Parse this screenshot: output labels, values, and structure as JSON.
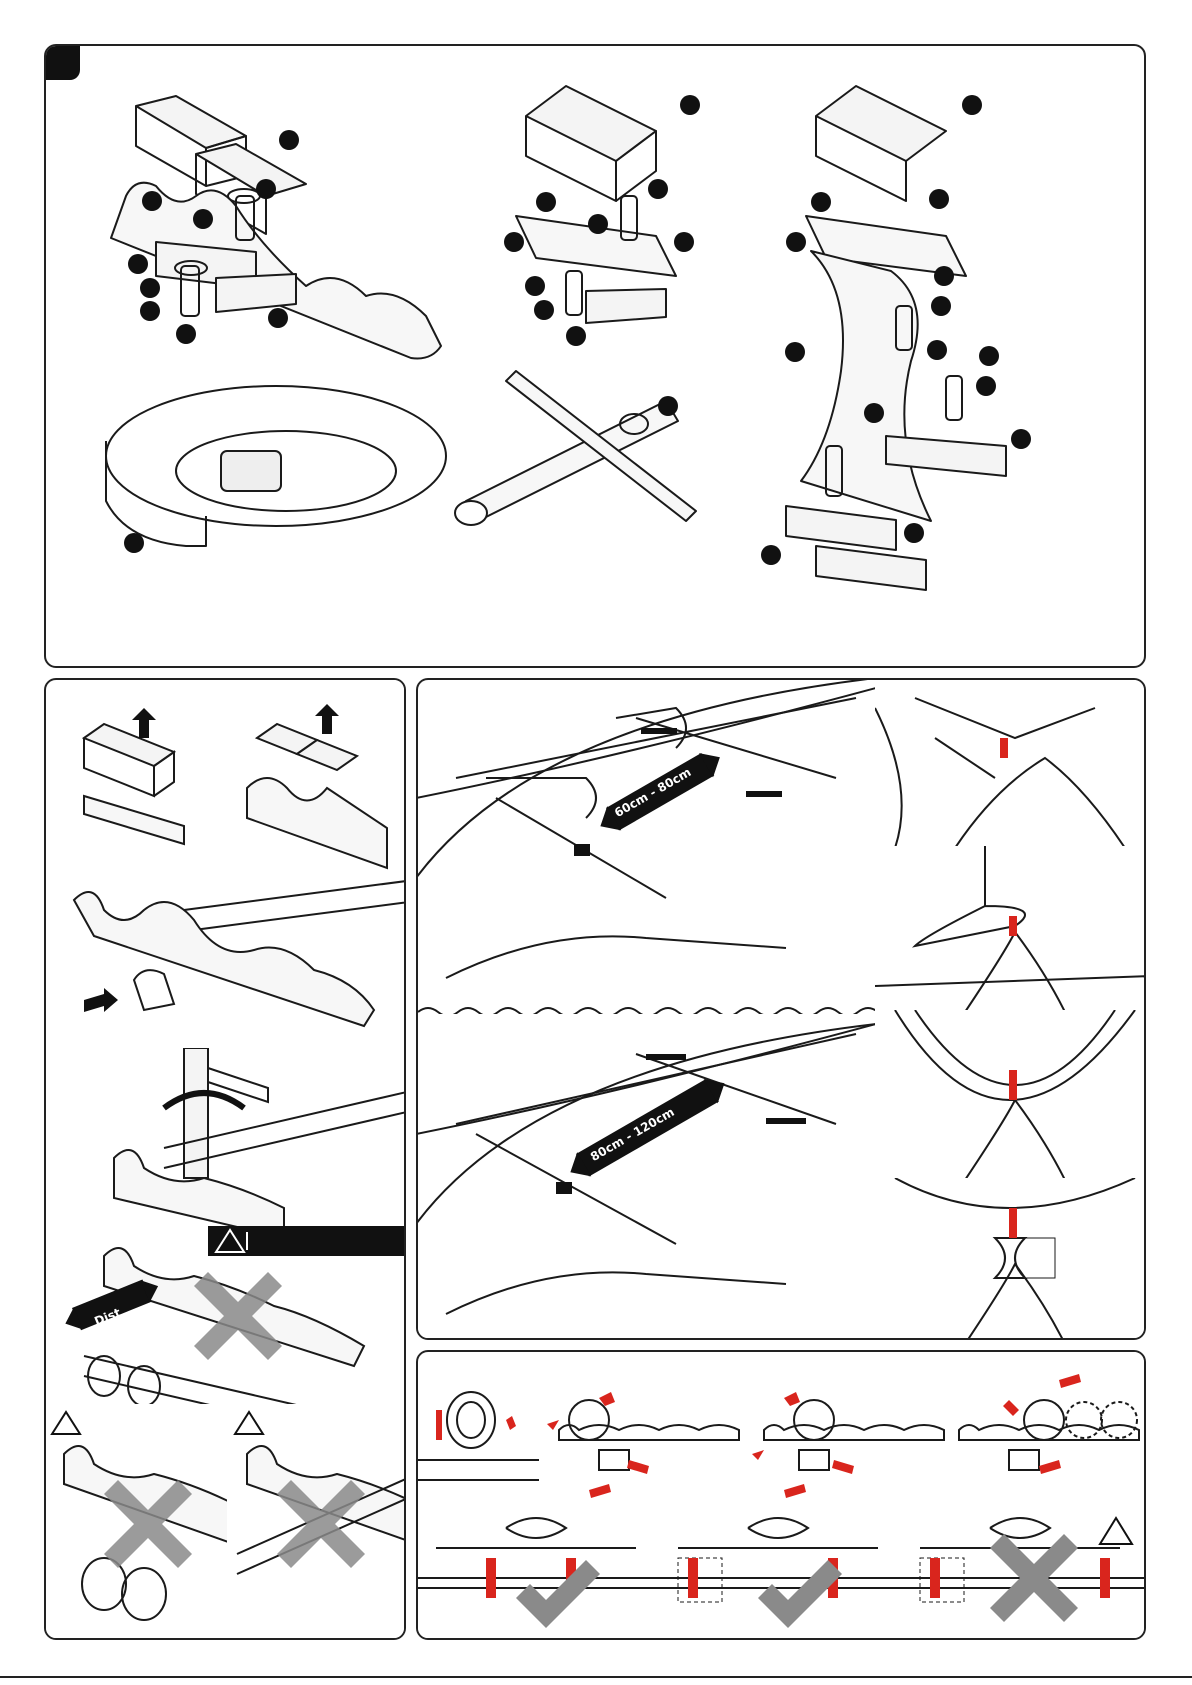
{
  "labels": {
    "dist": "Dist",
    "range_small": "60cm - 80cm",
    "range_large": "80cm - 120cm"
  },
  "colors": {
    "ink": "#1a1a1a",
    "strap_red": "#d9251d",
    "check_gray": "#8a8a8a"
  },
  "icons": [
    "warning-triangle-icon",
    "check-mark-icon",
    "cross-mark-icon",
    "arrow-up-icon",
    "arrow-right-icon",
    "rotate-arrow-icon"
  ]
}
